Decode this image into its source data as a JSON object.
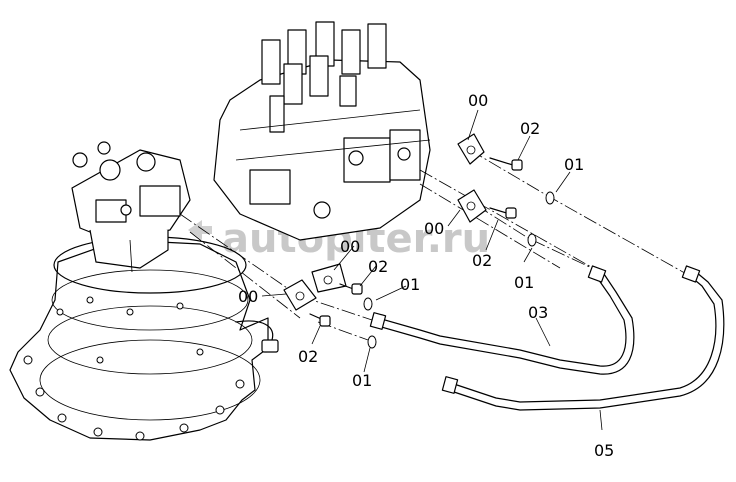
{
  "watermark": {
    "text": "autopiter.ru"
  },
  "callouts": {
    "flange_top": "00",
    "bolt_top": "02",
    "oring_top": "01",
    "flange_mid_right": "00",
    "bolt_mid_right": "02",
    "oring_mid_right": "01",
    "flange_mid_left": "00",
    "bolt_mid_left": "02",
    "oring_mid_left": "01",
    "flange_low_left": "00",
    "bolt_low_left": "02",
    "oring_low_left": "01",
    "hose_upper": "03",
    "hose_lower": "05"
  }
}
